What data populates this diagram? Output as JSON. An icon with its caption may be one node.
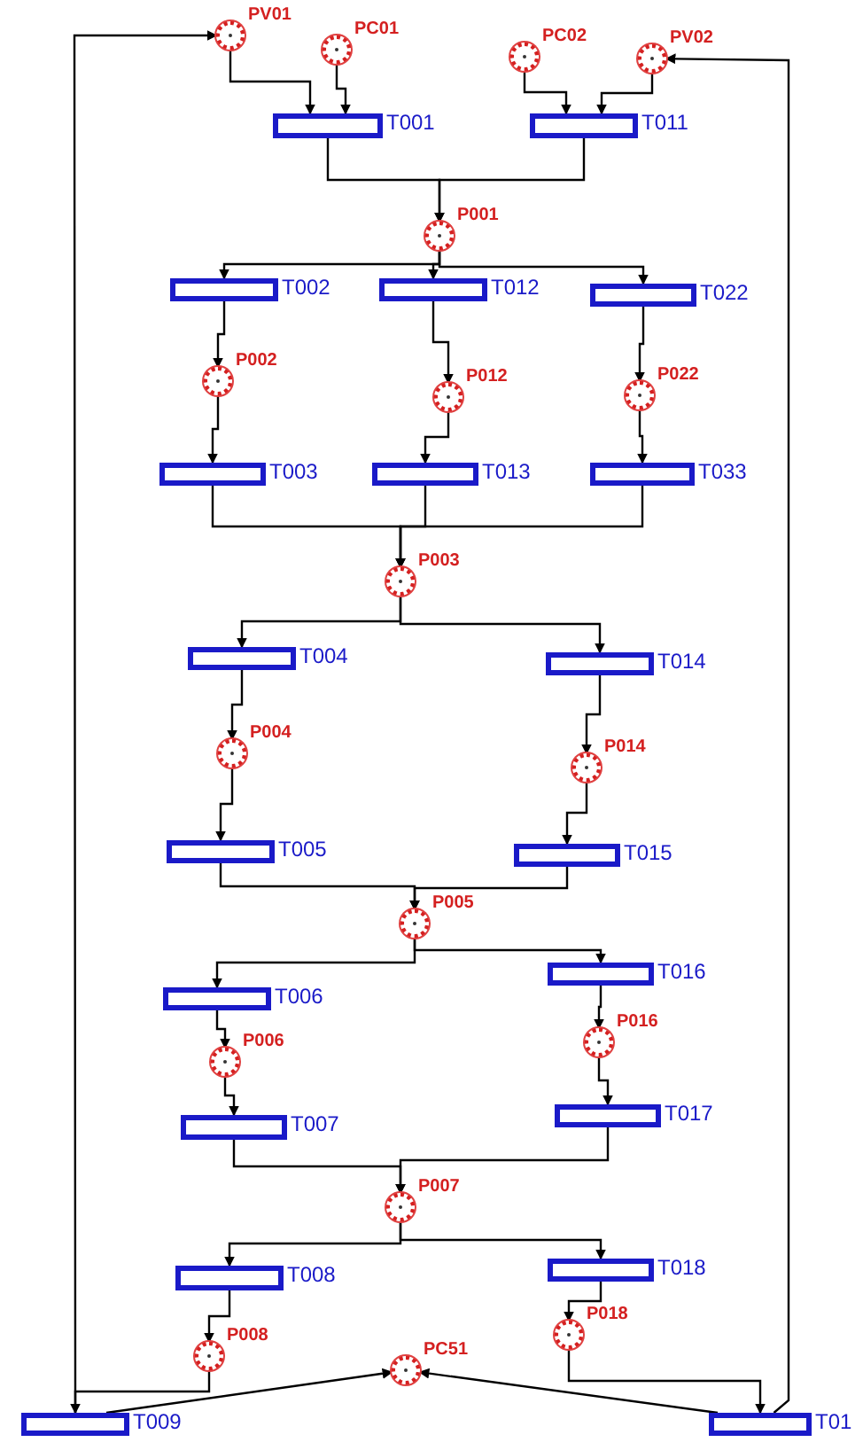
{
  "diagram": {
    "nodes": [
      {
        "text": [],
        "shape": "circle",
        "beside": [
          "PV01"
        ]
      },
      {
        "text": [],
        "shape": "circle",
        "beside": [
          "PC01"
        ]
      },
      {
        "text": [],
        "shape": "circle",
        "beside": [
          "PC02"
        ]
      },
      {
        "text": [],
        "shape": "circle",
        "beside": [
          "PV02"
        ]
      },
      {
        "text": [],
        "shape": "bar",
        "beside": [
          "T001"
        ]
      },
      {
        "text": [],
        "shape": "bar",
        "beside": [
          "T011"
        ]
      },
      {
        "text": [],
        "shape": "circle",
        "beside": [
          "P001"
        ]
      },
      {
        "text": [],
        "shape": "bar",
        "beside": [
          "T002"
        ]
      },
      {
        "text": [],
        "shape": "bar",
        "beside": [
          "T012"
        ]
      },
      {
        "text": [],
        "shape": "bar",
        "beside": [
          "T022"
        ]
      },
      {
        "text": [],
        "shape": "circle",
        "beside": [
          "P002"
        ]
      },
      {
        "text": [],
        "shape": "circle",
        "beside": [
          "P012"
        ]
      },
      {
        "text": [],
        "shape": "circle",
        "beside": [
          "P022"
        ]
      },
      {
        "text": [],
        "shape": "bar",
        "beside": [
          "T003"
        ]
      },
      {
        "text": [],
        "shape": "bar",
        "beside": [
          "T013"
        ]
      },
      {
        "text": [],
        "shape": "bar",
        "beside": [
          "T033"
        ]
      },
      {
        "text": [],
        "shape": "circle",
        "beside": [
          "P003"
        ]
      },
      {
        "text": [],
        "shape": "bar",
        "beside": [
          "T004"
        ]
      },
      {
        "text": [],
        "shape": "bar",
        "beside": [
          "T014"
        ]
      },
      {
        "text": [],
        "shape": "circle",
        "beside": [
          "P004"
        ]
      },
      {
        "text": [],
        "shape": "circle",
        "beside": [
          "P014"
        ]
      },
      {
        "text": [],
        "shape": "bar",
        "beside": [
          "T005"
        ]
      },
      {
        "text": [],
        "shape": "bar",
        "beside": [
          "T015"
        ]
      },
      {
        "text": [],
        "shape": "circle",
        "beside": [
          "P005"
        ]
      },
      {
        "text": [],
        "shape": "bar",
        "beside": [
          "T006"
        ]
      },
      {
        "text": [],
        "shape": "bar",
        "beside": [
          "T016"
        ]
      },
      {
        "text": [],
        "shape": "circle",
        "beside": [
          "P006"
        ]
      },
      {
        "text": [],
        "shape": "circle",
        "beside": [
          "P016"
        ]
      },
      {
        "text": [],
        "shape": "bar",
        "beside": [
          "T007"
        ]
      },
      {
        "text": [],
        "shape": "bar",
        "beside": [
          "T017"
        ]
      },
      {
        "text": [],
        "shape": "circle",
        "beside": [
          "P007"
        ]
      },
      {
        "text": [],
        "shape": "bar",
        "beside": [
          "T008"
        ]
      },
      {
        "text": [],
        "shape": "bar",
        "beside": [
          "T018"
        ]
      },
      {
        "text": [],
        "shape": "circle",
        "beside": [
          "P008"
        ]
      },
      {
        "text": [],
        "shape": "circle",
        "beside": [
          "P018"
        ]
      },
      {
        "text": [],
        "shape": "circle",
        "beside": [
          "PC51"
        ]
      },
      {
        "text": [],
        "shape": "bar",
        "beside": [
          "T009"
        ]
      },
      {
        "text": [],
        "shape": "bar",
        "beside": [
          "T01"
        ]
      }
    ],
    "edges": [
      {
        "from": 0,
        "to": 4,
        "arrow": "to"
      },
      {
        "from": 1,
        "to": 4,
        "arrow": "to"
      },
      {
        "from": 2,
        "to": 5,
        "arrow": "to"
      },
      {
        "from": 3,
        "to": 5,
        "arrow": "to"
      },
      {
        "from": 4,
        "to": 6,
        "arrow": "to"
      },
      {
        "from": 5,
        "to": 6,
        "arrow": "to"
      },
      {
        "from": 6,
        "to": 7,
        "arrow": "to"
      },
      {
        "from": 6,
        "to": 8,
        "arrow": "to"
      },
      {
        "from": 6,
        "to": 9,
        "arrow": "to"
      },
      {
        "from": 7,
        "to": 10,
        "arrow": "to"
      },
      {
        "from": 8,
        "to": 11,
        "arrow": "to"
      },
      {
        "from": 9,
        "to": 12,
        "arrow": "to"
      },
      {
        "from": 10,
        "to": 13,
        "arrow": "to"
      },
      {
        "from": 11,
        "to": 14,
        "arrow": "to"
      },
      {
        "from": 12,
        "to": 15,
        "arrow": "to"
      },
      {
        "from": 13,
        "to": 16,
        "arrow": "to"
      },
      {
        "from": 14,
        "to": 16,
        "arrow": "to"
      },
      {
        "from": 15,
        "to": 16,
        "arrow": "to"
      },
      {
        "from": 16,
        "to": 17,
        "arrow": "to"
      },
      {
        "from": 16,
        "to": 18,
        "arrow": "to"
      },
      {
        "from": 17,
        "to": 19,
        "arrow": "to"
      },
      {
        "from": 18,
        "to": 20,
        "arrow": "to"
      },
      {
        "from": 19,
        "to": 21,
        "arrow": "to"
      },
      {
        "from": 20,
        "to": 22,
        "arrow": "to"
      },
      {
        "from": 21,
        "to": 23,
        "arrow": "to"
      },
      {
        "from": 22,
        "to": 23,
        "arrow": "to"
      },
      {
        "from": 23,
        "to": 24,
        "arrow": "to"
      },
      {
        "from": 23,
        "to": 25,
        "arrow": "to"
      },
      {
        "from": 24,
        "to": 26,
        "arrow": "to"
      },
      {
        "from": 25,
        "to": 27,
        "arrow": "to"
      },
      {
        "from": 26,
        "to": 28,
        "arrow": "to"
      },
      {
        "from": 27,
        "to": 29,
        "arrow": "to"
      },
      {
        "from": 28,
        "to": 30,
        "arrow": "to"
      },
      {
        "from": 29,
        "to": 30,
        "arrow": "to"
      },
      {
        "from": 30,
        "to": 31,
        "arrow": "to"
      },
      {
        "from": 30,
        "to": 32,
        "arrow": "to"
      },
      {
        "from": 31,
        "to": 33,
        "arrow": "to"
      },
      {
        "from": 32,
        "to": 34,
        "arrow": "to"
      },
      {
        "from": 33,
        "to": 36,
        "arrow": "to"
      },
      {
        "from": 34,
        "to": 37,
        "arrow": "to"
      },
      {
        "from": 36,
        "to": 35,
        "arrow": "to"
      },
      {
        "from": 37,
        "to": 35,
        "arrow": "to"
      },
      {
        "from": 36,
        "to": 0,
        "arrow": "to"
      },
      {
        "from": 37,
        "to": 3,
        "arrow": "to"
      }
    ]
  }
}
